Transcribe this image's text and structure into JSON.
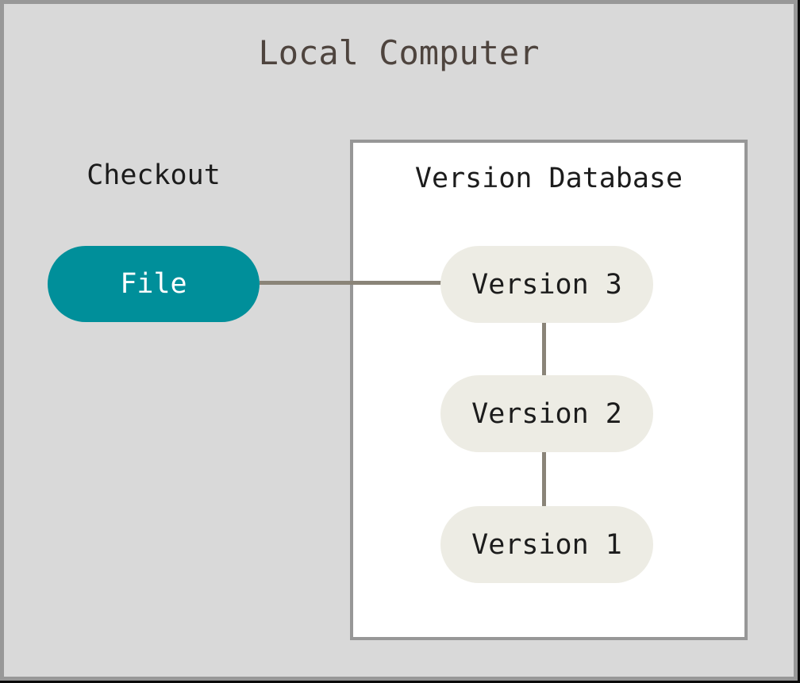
{
  "diagram": {
    "title": "Local Computer",
    "checkout": {
      "label": "Checkout",
      "file": {
        "label": "File"
      }
    },
    "version_database": {
      "title": "Version Database",
      "versions": [
        {
          "label": "Version 3"
        },
        {
          "label": "Version 2"
        },
        {
          "label": "Version 1"
        }
      ]
    },
    "connections": [
      {
        "from": "File",
        "to": "Version 3"
      },
      {
        "from": "Version 3",
        "to": "Version 2"
      },
      {
        "from": "Version 2",
        "to": "Version 1"
      }
    ],
    "colors": {
      "background": "#d9d9d9",
      "frame_border": "#989898",
      "shadow_edge": "#0a0a0a",
      "box_border": "#979797",
      "title_color": "#4e443e",
      "label_color": "#1c1c1c",
      "file_fill": "#008f9a",
      "file_text": "#ffffff",
      "version_fill": "#edece4",
      "line_color": "#8a8478"
    }
  }
}
